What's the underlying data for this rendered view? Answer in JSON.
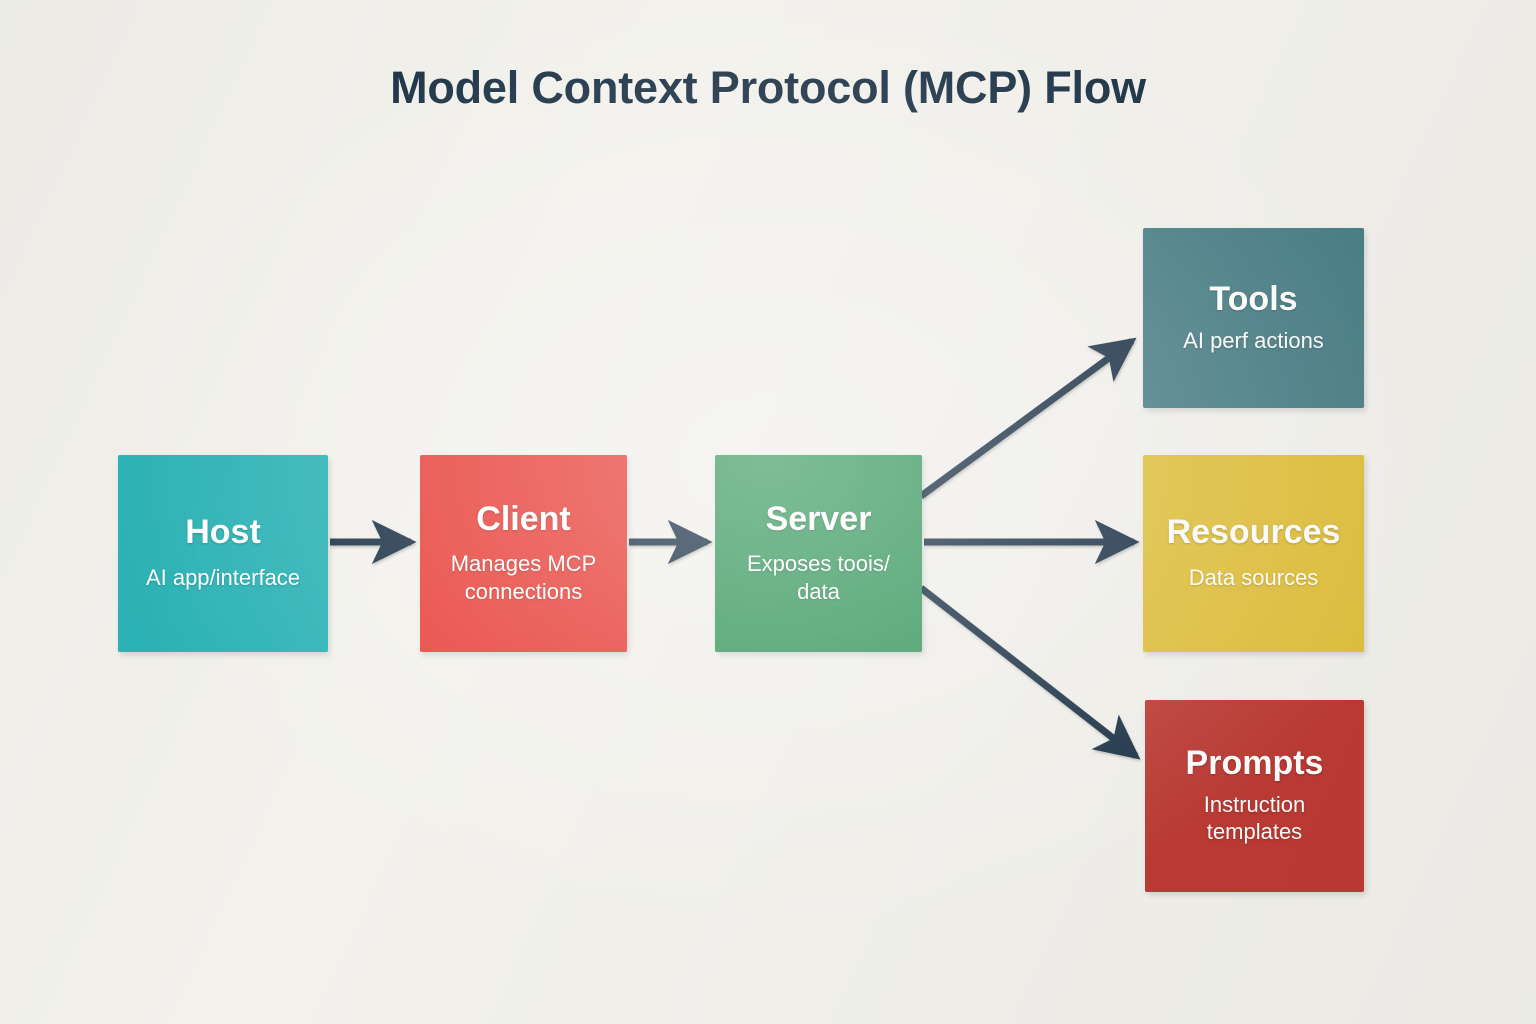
{
  "page": {
    "title": "Model Context Protocol (MCP) Flow",
    "background_color": "#f2f1ec",
    "title_color": "#1e3447",
    "arrow_color": "#1b3347"
  },
  "diagram": {
    "type": "flow",
    "nodes": [
      {
        "id": "host",
        "title": "Host",
        "subtitle": "AI app/interface",
        "color": "#2bb3b5",
        "text_color": "#ffffff",
        "column": 1
      },
      {
        "id": "client",
        "title": "Client",
        "subtitle": "Manages MCP\nconnections",
        "color": "#e8413a",
        "text_color": "#ffffff",
        "column": 2
      },
      {
        "id": "server",
        "title": "Server",
        "subtitle": "Exposes toois/\ndata",
        "color": "#3a9a60",
        "text_color": "#ffffff",
        "column": 3
      },
      {
        "id": "tools",
        "title": "Tools",
        "subtitle": "AI perf actions",
        "color": "#4a7f86",
        "text_color": "#ffffff",
        "column": 4
      },
      {
        "id": "resources",
        "title": "Resources",
        "subtitle": "Data sources",
        "color": "#e0c03d",
        "text_color": "#ffffff",
        "column": 4
      },
      {
        "id": "prompts",
        "title": "Prompts",
        "subtitle": "Instruction\ntemplates",
        "color": "#bd3a34",
        "text_color": "#ffffff",
        "column": 4
      }
    ],
    "edges": [
      {
        "id": "host-to-client",
        "from": "host",
        "to": "client",
        "label": "",
        "style": "arrow"
      },
      {
        "id": "client-to-server",
        "from": "client",
        "to": "server",
        "label": "",
        "style": "arrow"
      },
      {
        "id": "server-to-tools",
        "from": "server",
        "to": "tools",
        "label": "",
        "style": "arrow"
      },
      {
        "id": "server-to-resources",
        "from": "server",
        "to": "resources",
        "label": "",
        "style": "arrow"
      },
      {
        "id": "server-to-prompts",
        "from": "server",
        "to": "prompts",
        "label": "",
        "style": "arrow"
      }
    ]
  }
}
